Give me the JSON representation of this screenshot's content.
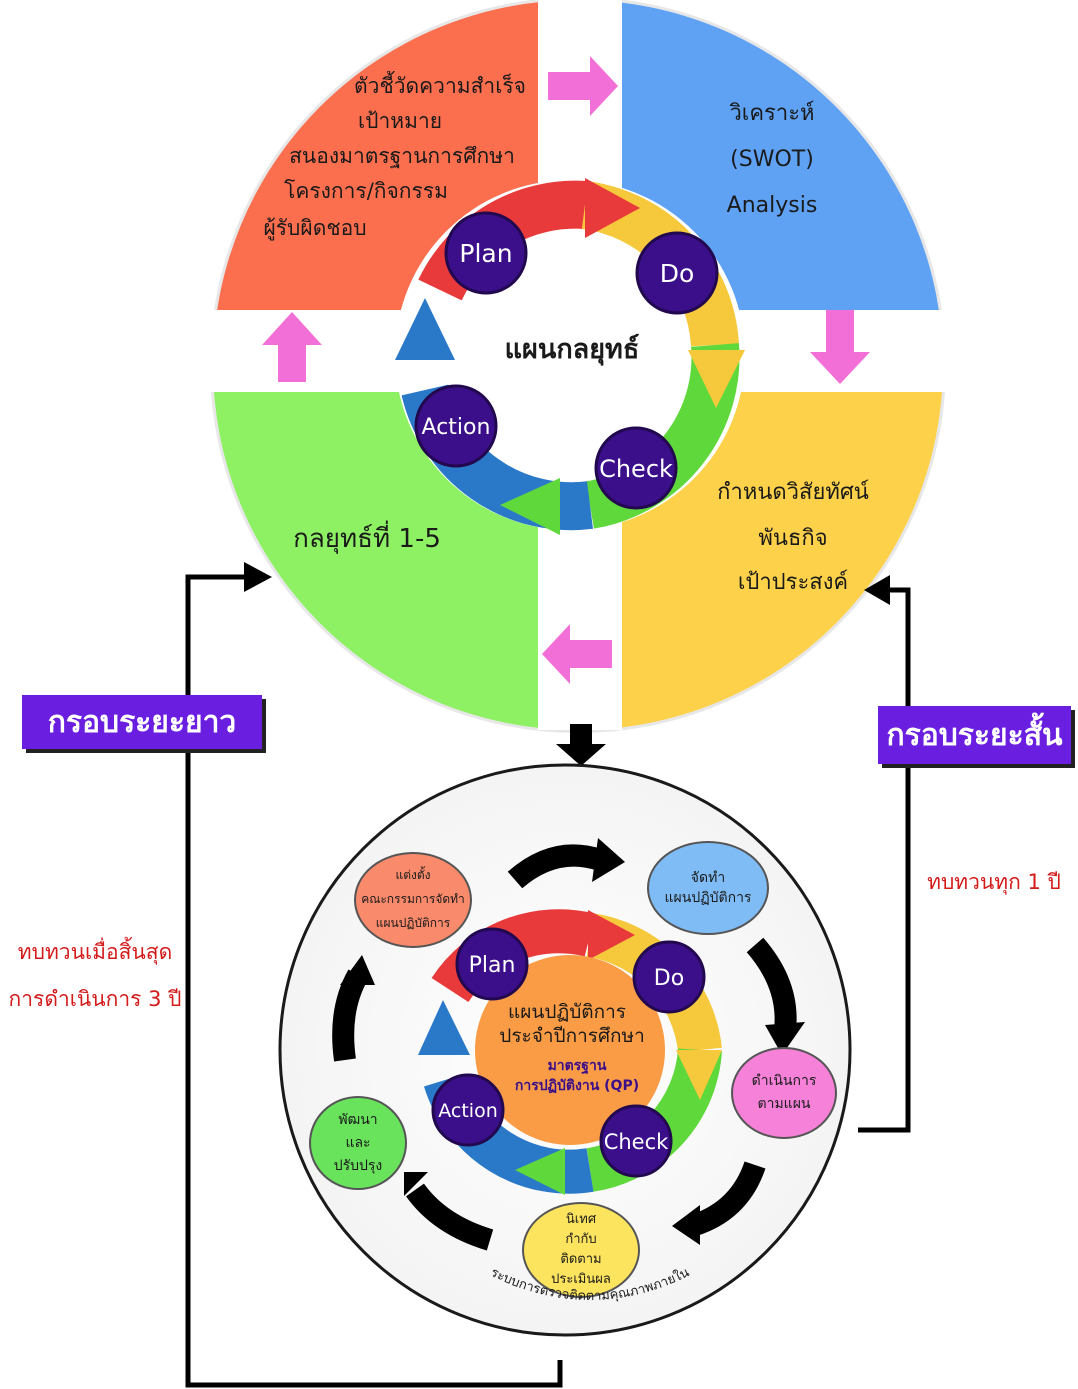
{
  "top_circle": {
    "q_red_lines": [
      "ตัวชี้วัดความสำเร็จ",
      "เป้าหมาย",
      "สนองมาตรฐานการศึกษา",
      "โครงการ/กิจกรรม",
      "ผู้รับผิดชอบ"
    ],
    "q_blue_lines": [
      "วิเคราะห์",
      "(SWOT)",
      "Analysis"
    ],
    "q_yellow_lines": [
      "กำหนดวิสัยทัศน์",
      "พันธกิจ",
      "เป้าประสงค์"
    ],
    "q_green": "กลยุทธ์ที่ 1-5",
    "center": "แผนกลยุทธ์",
    "plan": "Plan",
    "do": "Do",
    "check": "Check",
    "action": "Action"
  },
  "long_term_label": "กรอบระยะยาว",
  "short_term_label": "กรอบระยะสั้น",
  "long_term_note": [
    "ทบทวนเมื่อสิ้นสุด",
    "การดำเนินการ 3 ปี"
  ],
  "short_term_note": "ทบทวนทุก 1 ปี",
  "bottom_circle": {
    "center_lines": [
      "แผนปฏิบัติการ",
      "ประจำปีการศึกษา"
    ],
    "center_sub_lines": [
      "มาตรฐาน",
      "การปฏิบัติงาน (QP)"
    ],
    "plan": "Plan",
    "do": "Do",
    "check": "Check",
    "action": "Action",
    "step_appoint": [
      "แต่งตั้ง",
      "คณะกรรมการจัดทำ",
      "แผนปฏิบัติการ"
    ],
    "step_prepare": [
      "จัดทำ",
      "แผนปฏิบัติการ"
    ],
    "step_operate": [
      "ดำเนินการ",
      "ตามแผน"
    ],
    "step_supervise": [
      "นิเทศ",
      "กำกับ",
      "ติดตาม",
      "ประเมินผล"
    ],
    "step_develop": [
      "พัฒนา",
      "และ",
      "ปรับปรุง"
    ],
    "arc_text": "ระบบการตรวจติดตามคุณภาพภายใน"
  },
  "colors": {
    "red_quadrant": "#fb6f4f",
    "blue_quadrant": "#5fa2f4",
    "yellow_quadrant": "#fdd24a",
    "green_quadrant": "#8df163",
    "pdca_node": "#3b0f8a",
    "frame_label": "#6a1ee0",
    "pink_arrow": "#f36fd8",
    "note_red": "#d31b1b"
  }
}
